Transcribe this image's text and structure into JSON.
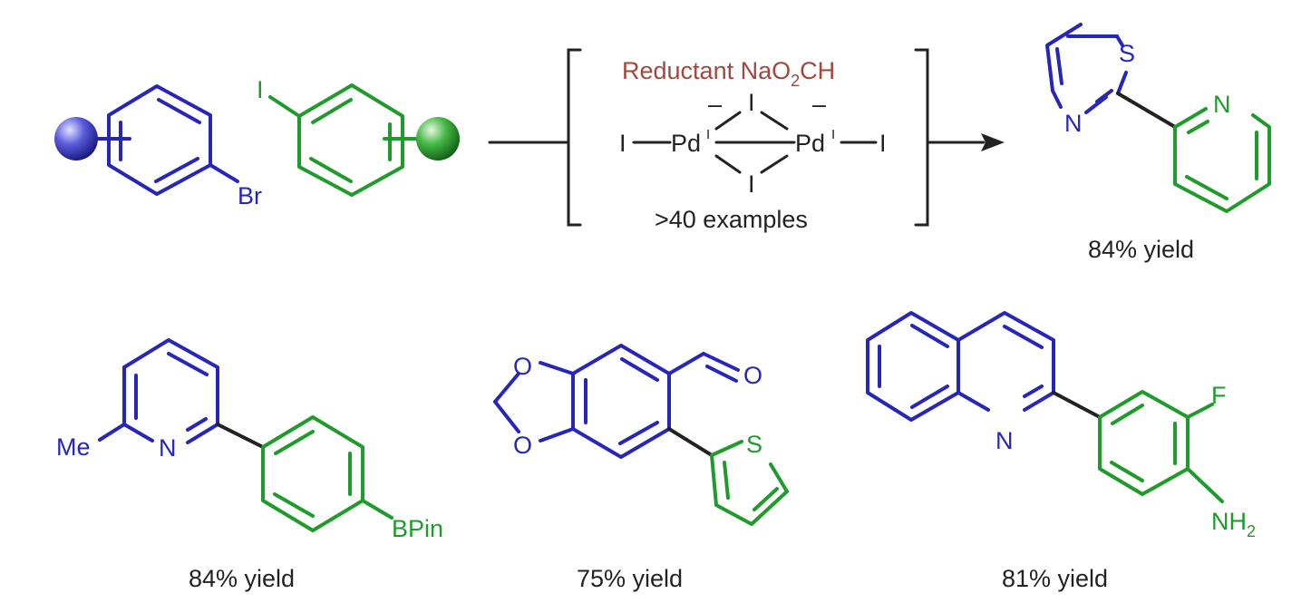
{
  "colors": {
    "fragment_1": "#2626b8",
    "fragment_2": "#1f9b2c",
    "reductant": "#a0483d",
    "text": "#222222"
  },
  "reaction": {
    "reactant_1": {
      "halide": "Br"
    },
    "reactant_2": {
      "halide": "I"
    },
    "conditions": {
      "reductant_label": "Reductant NaO",
      "reductant_sub": "2",
      "reductant_tail": "CH",
      "catalyst": {
        "iodide": "I",
        "metal": "Pd",
        "oxidation_state": "I",
        "charge": "–"
      },
      "scope": ">40 examples"
    }
  },
  "products": [
    {
      "atoms": {
        "S": "S",
        "N1": "N",
        "N2": "N"
      },
      "yield": "84% yield"
    },
    {
      "atoms": {
        "me": "Me",
        "N": "N",
        "bpin": "BPin"
      },
      "yield": "84% yield"
    },
    {
      "atoms": {
        "O1": "O",
        "O2": "O",
        "O3": "O",
        "S": "S"
      },
      "yield": "75% yield"
    },
    {
      "atoms": {
        "N": "N",
        "F": "F",
        "nh": "NH",
        "nh_sub": "2"
      },
      "yield": "81% yield"
    }
  ]
}
